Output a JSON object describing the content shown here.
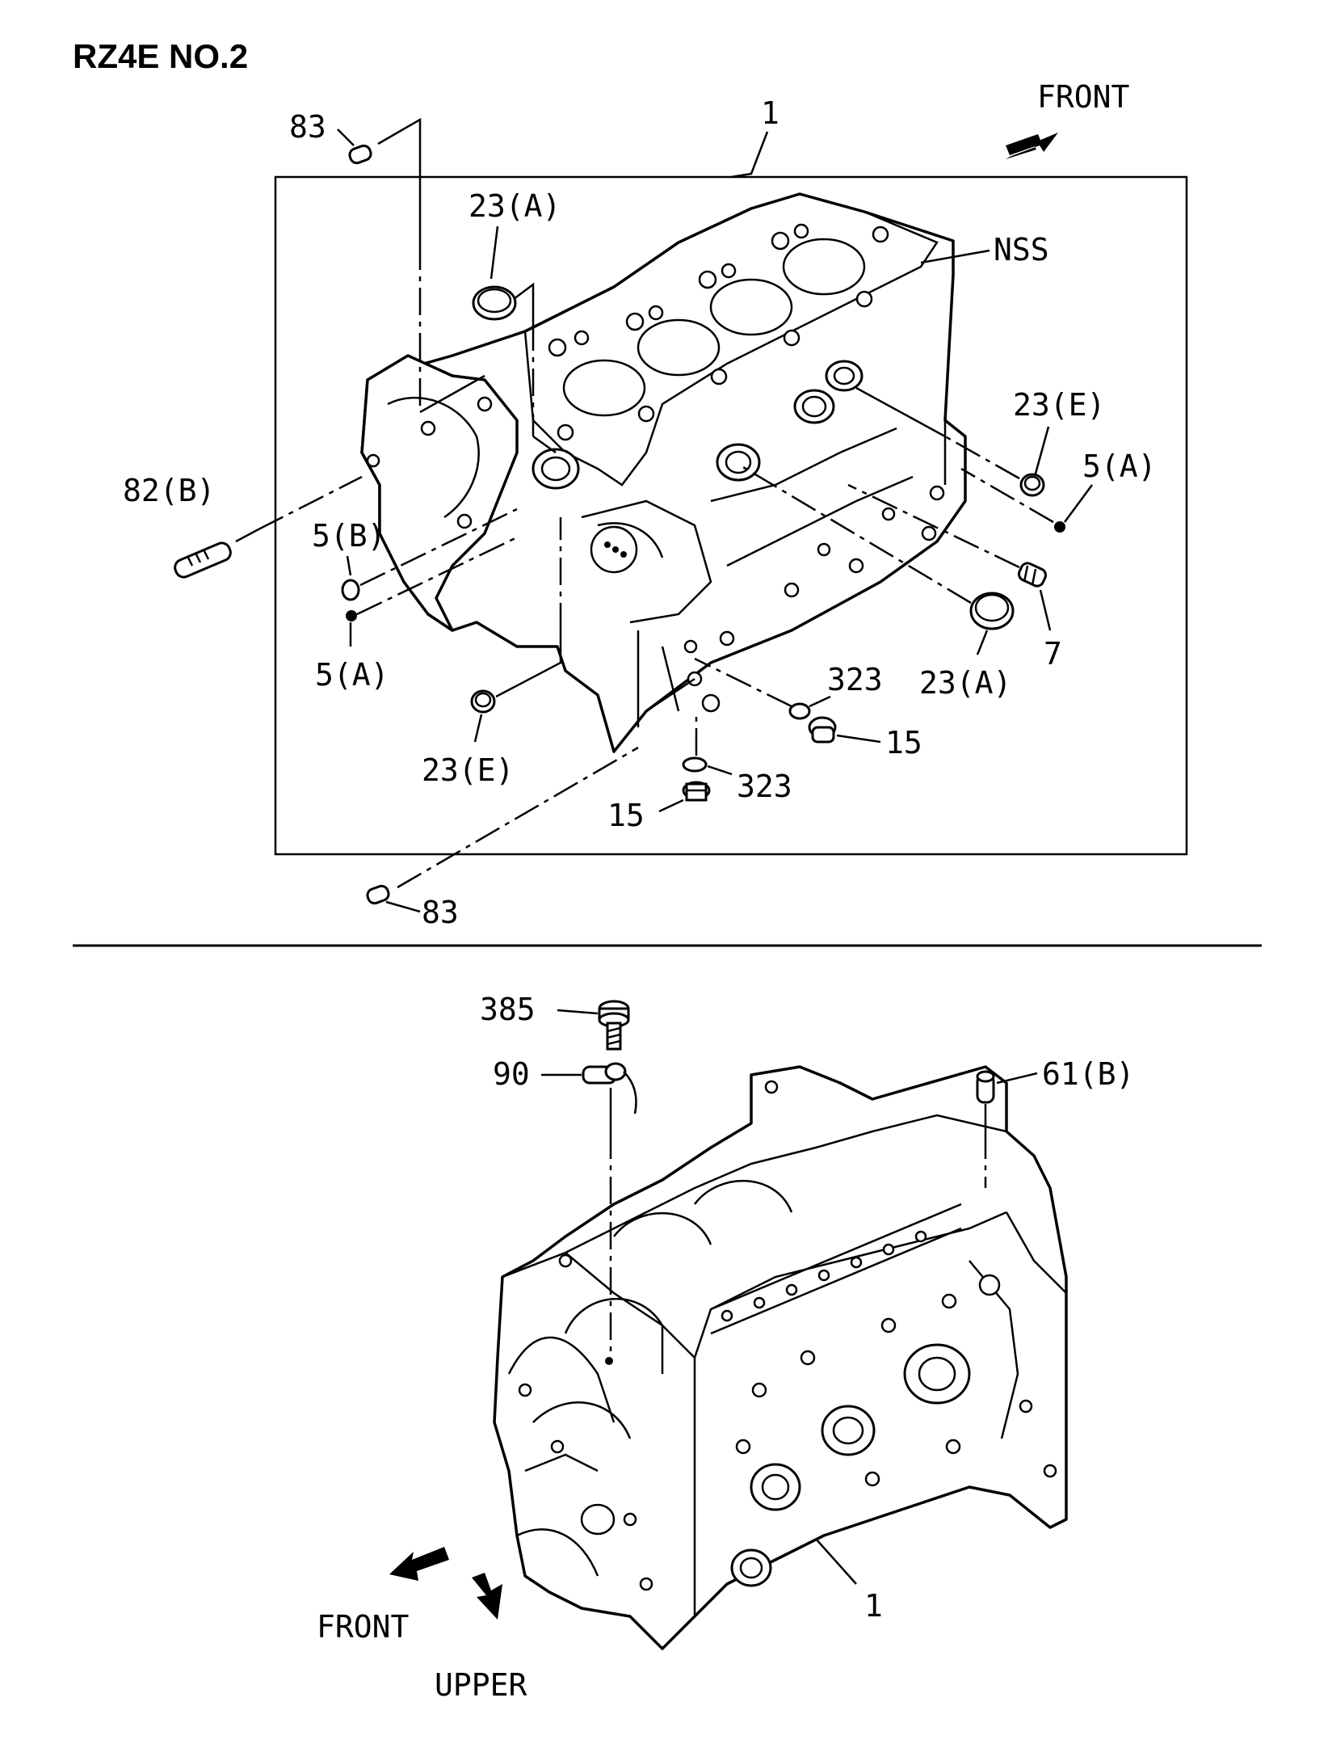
{
  "title": "RZ4E NO.2",
  "upper": {
    "front_label": "FRONT",
    "labels": {
      "part_1": "1",
      "nss": "NSS",
      "p83_top": "83",
      "p83_bottom": "83",
      "p23a_top": "23(A)",
      "p23a_right": "23(A)",
      "p23e_right": "23(E)",
      "p23e_left": "23(E)",
      "p5a_right": "5(A)",
      "p5a_left": "5(A)",
      "p5b": "5(B)",
      "p82b": "82(B)",
      "p7": "7",
      "p323_upper": "323",
      "p323_lower": "323",
      "p15_upper": "15",
      "p15_lower": "15"
    }
  },
  "lower": {
    "labels": {
      "p385": "385",
      "p90": "90",
      "p61b": "61(B)",
      "part_1": "1"
    },
    "front_label": "FRONT",
    "upper_label": "UPPER"
  }
}
